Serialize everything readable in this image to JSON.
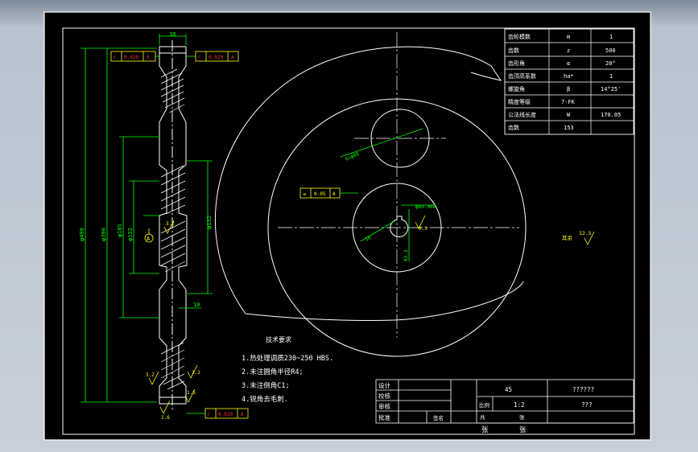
{
  "colors": {
    "background": "#000000",
    "line": "#ffffff",
    "dimension": "#00ff00",
    "annotation": "#ffff00",
    "viewport": "#c5ccd6"
  },
  "params_table": {
    "rows": [
      {
        "name": "齿轮模数",
        "symbol": "m",
        "value": "1"
      },
      {
        "name": "齿数",
        "symbol": "z",
        "value": "500"
      },
      {
        "name": "齿形角",
        "symbol": "α",
        "value": "20°"
      },
      {
        "name": "齿顶高系数",
        "symbol": "ha*",
        "value": "1"
      },
      {
        "name": "螺旋角",
        "symbol": "β",
        "value": "14°25'"
      },
      {
        "name": "精度等级",
        "symbol": "",
        "value": "7-FK"
      },
      {
        "name": "公法线长度",
        "symbol": "W",
        "value": "170.05"
      },
      {
        "name": "齿数",
        "symbol": "",
        "value": "153"
      }
    ]
  },
  "tech_req": {
    "title": "技术要求",
    "items": [
      "1.热处理调质230~250 HBS.",
      "2.未注圆角半径R4;",
      "3.未注倒角C1;",
      "4.锐角去毛刺."
    ]
  },
  "title_block": {
    "roles": [
      "设计",
      "校核",
      "审核",
      "批准"
    ],
    "material": "45",
    "name": "??????",
    "scale_label": "比例",
    "scale_value": "1:2",
    "code": "???",
    "sheet_label_1": "共",
    "sheet_label_2": "张",
    "sign_label": "签名",
    "footer_1": "张",
    "footer_2": "张"
  },
  "tolerances": {
    "top_left": {
      "value": "0.020",
      "datum": "A"
    },
    "top_right": {
      "value": "0.020",
      "datum": "A"
    },
    "bottom": {
      "value": "0.020",
      "datum": "A"
    },
    "front_face": {
      "value": "0.05",
      "datum": "A"
    }
  },
  "dimensions": {
    "width_top": "38",
    "outer_dia": "φ498",
    "dia_2": "φ390",
    "dia_3": "φ185",
    "dia_4": "φ132",
    "rim": "10",
    "hub": "φ60.000",
    "keyway": "16",
    "key_depth": "63.3",
    "holes": "6×φ80"
  },
  "roughness": {
    "other_label": "其余",
    "other_value": "12.5",
    "r1": "3.2",
    "r2": "3.2",
    "r3": "1.6",
    "r4": "3.2",
    "r5": "1.6",
    "r6": "6.3"
  },
  "datum_label": "A"
}
